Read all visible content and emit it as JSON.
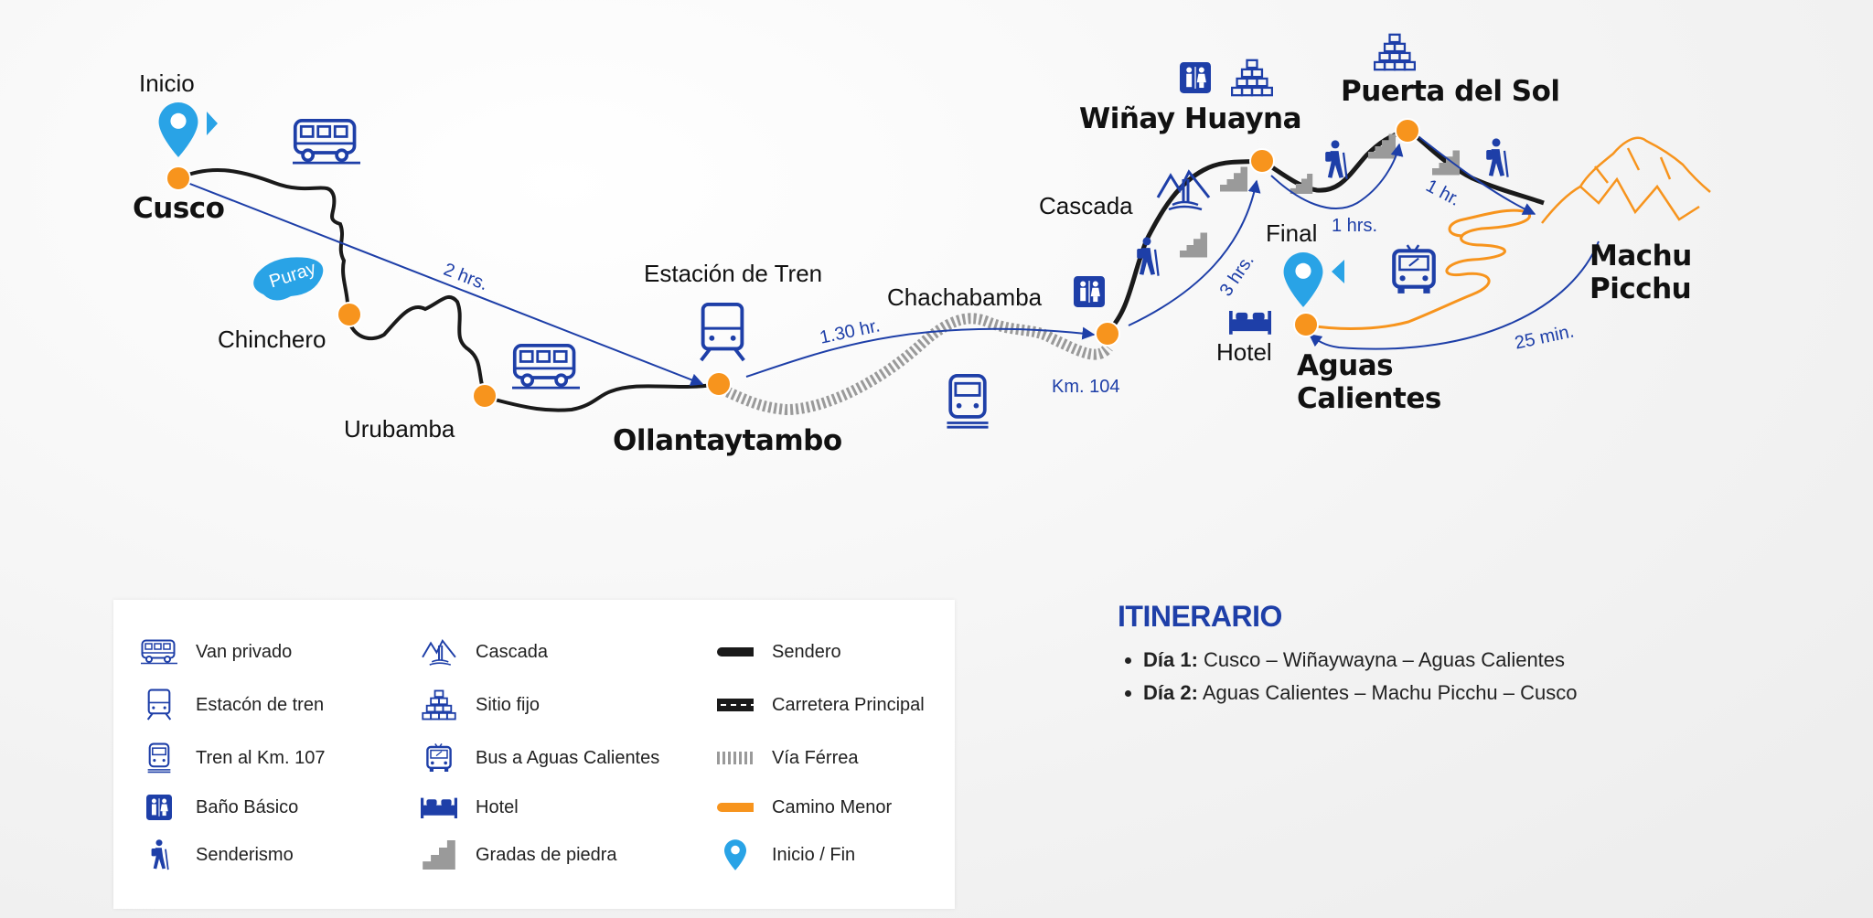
{
  "places": {
    "inicio": "Inicio",
    "cusco": "Cusco",
    "puray": "Puray",
    "chinchero": "Chinchero",
    "urubamba": "Urubamba",
    "estacion": "Estación de Tren",
    "ollantaytambo": "Ollantaytambo",
    "chachabamba": "Chachabamba",
    "km104": "Km. 104",
    "cascada": "Cascada",
    "winay": "Wiñay Huayna",
    "puerta": "Puerta del Sol",
    "final": "Final",
    "hotel": "Hotel",
    "aguas": "Aguas Calientes",
    "machu": "Machu Picchu"
  },
  "times": {
    "cusco_ollanta": "2 hrs.",
    "ollanta_km104": "1.30 hr.",
    "km104_winay": "3 hrs.",
    "winay_puerta": "1 hrs.",
    "puerta_machu": "1 hr.",
    "machu_aguas": "25 min."
  },
  "legend": {
    "col1": [
      "Van privado",
      "Estacón de tren",
      "Tren al Km. 107",
      "Baño Básico",
      "Senderismo"
    ],
    "col2": [
      "Cascada",
      "Sitio fijo",
      "Bus a Aguas Calientes",
      "Hotel",
      "Gradas de piedra"
    ],
    "col3": [
      "Sendero",
      "Carretera Principal",
      "Vía Férrea",
      "Camino Menor",
      "Inicio / Fin"
    ]
  },
  "itinerary": {
    "title": "ITINERARIO",
    "days": [
      {
        "label": "Día 1:",
        "text": " Cusco  –  Wiñaywayna  –  Aguas Calientes"
      },
      {
        "label": "Día 2:",
        "text": " Aguas Calientes – Machu Picchu – Cusco"
      }
    ]
  },
  "colors": {
    "blue": "#1e3fa8",
    "light_blue": "#29a3e6",
    "orange": "#f7941d",
    "black": "#1a1a1a",
    "gray": "#9a9a9a"
  },
  "icons": [
    "van-icon",
    "train-station-icon",
    "train-icon",
    "restroom-icon",
    "hiker-icon",
    "waterfall-icon",
    "ruins-icon",
    "bus-icon",
    "bed-icon",
    "stairs-icon",
    "location-pin-icon",
    "mountain-icon"
  ]
}
